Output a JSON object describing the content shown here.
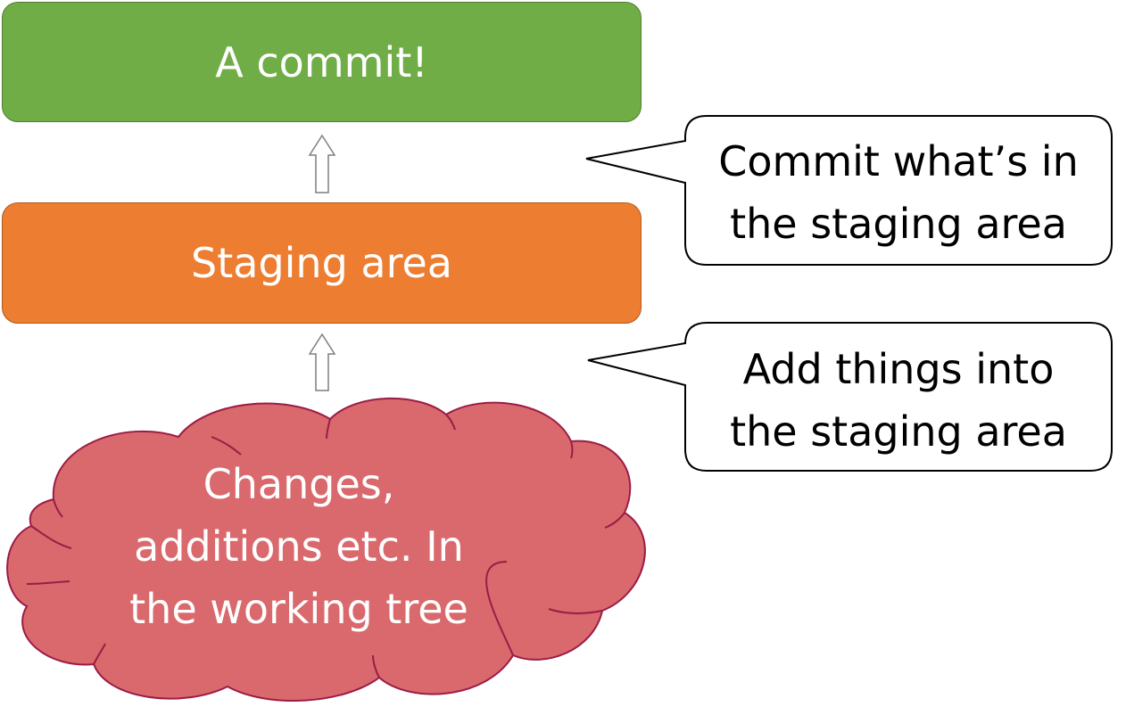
{
  "diagram": {
    "commit_box": {
      "label": "A commit!",
      "color": "#70ad47"
    },
    "staging_box": {
      "label": "Staging area",
      "color": "#ed7d31"
    },
    "working_tree_cloud": {
      "label": "Changes,\nadditions etc. In\nthe working tree",
      "color": "#d9696c"
    },
    "callouts": {
      "commit": "Commit what’s in\nthe staging area",
      "add": "Add things into\nthe staging area"
    },
    "arrows": [
      "arrow-up-icon",
      "arrow-up-icon"
    ]
  }
}
